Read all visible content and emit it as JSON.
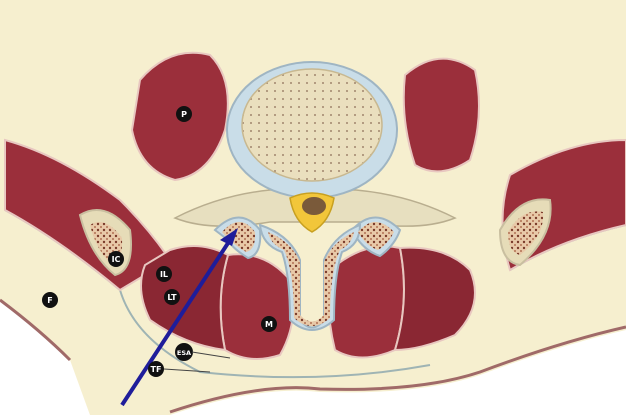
{
  "labels": {
    "psoas": "P",
    "fat": "F",
    "iliocostalis": "IC",
    "iliacus": "IL",
    "longissimus_thoracis": "LT",
    "multifidus": "M",
    "esa": "ESA",
    "tf": "TF"
  },
  "colors": {
    "background": "#f6efcf",
    "muscle": "#9b2f3b",
    "muscle_dark": "#7a1f2b",
    "bone": "#e7dfbf",
    "disc": "#c9dde8",
    "marrow": "#b0784e",
    "pointer": "#1f1d9a",
    "label_bg": "#111111"
  },
  "icons": [
    "arrow-pointer"
  ]
}
